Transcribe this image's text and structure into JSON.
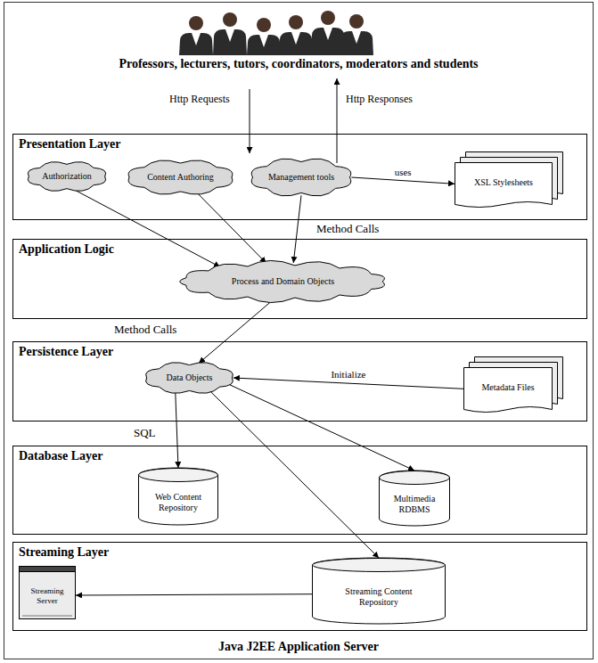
{
  "diagram": {
    "nodes": [
      {
        "text": [
          "Java J2EE Application Server"
        ]
      },
      {
        "text": [
          "Presentation Layer"
        ],
        "in": 0
      },
      {
        "text": [
          "Authorization"
        ],
        "in": 1
      },
      {
        "text": [
          "Content Authoring"
        ],
        "in": 1
      },
      {
        "text": [
          "Management tools"
        ],
        "in": 1
      },
      {
        "text": [
          "XSL Stylesheets"
        ],
        "in": 1
      },
      {
        "text": [
          "Application Logic"
        ],
        "in": 0
      },
      {
        "text": [
          "Process and Domain Objects"
        ],
        "in": 6
      },
      {
        "text": [
          "Persistence Layer"
        ],
        "in": 0
      },
      {
        "text": [
          "Data Objects"
        ],
        "in": 8
      },
      {
        "text": [
          "Metadata Files"
        ],
        "in": 8
      },
      {
        "text": [
          "Database Layer"
        ],
        "in": 0
      },
      {
        "text": [
          "Web Content Repository"
        ],
        "in": 11
      },
      {
        "text": [
          "Multimedia RDBMS"
        ],
        "in": 11
      },
      {
        "text": [
          "Streaming Layer"
        ],
        "in": 0
      },
      {
        "text": [
          "Streaming Server"
        ],
        "in": 14
      },
      {
        "text": [
          "Streaming Content Repository"
        ],
        "in": 14
      }
    ],
    "edges": [
      {
        "from": 2,
        "to": 7,
        "arrow": "to"
      },
      {
        "from": 3,
        "to": 7,
        "arrow": "to"
      },
      {
        "from": 4,
        "to": 7,
        "arrow": "to"
      },
      {
        "from": 4,
        "to": 5,
        "label": "uses",
        "arrow": "to"
      },
      {
        "from": 7,
        "to": 9,
        "arrow": "to"
      },
      {
        "from": 10,
        "to": 9,
        "label": "Initialize",
        "arrow": "to"
      },
      {
        "from": 9,
        "to": 12,
        "arrow": "to"
      },
      {
        "from": 9,
        "to": 13,
        "arrow": "to"
      },
      {
        "from": 9,
        "to": 16,
        "arrow": "to"
      },
      {
        "from": 16,
        "to": 15,
        "arrow": "to"
      }
    ],
    "labels": [
      "Professors, lecturers, tutors, coordinators, moderators and students",
      "Http Requests",
      "Http Responses",
      "Method Calls",
      "Method Calls",
      "SQL"
    ]
  }
}
